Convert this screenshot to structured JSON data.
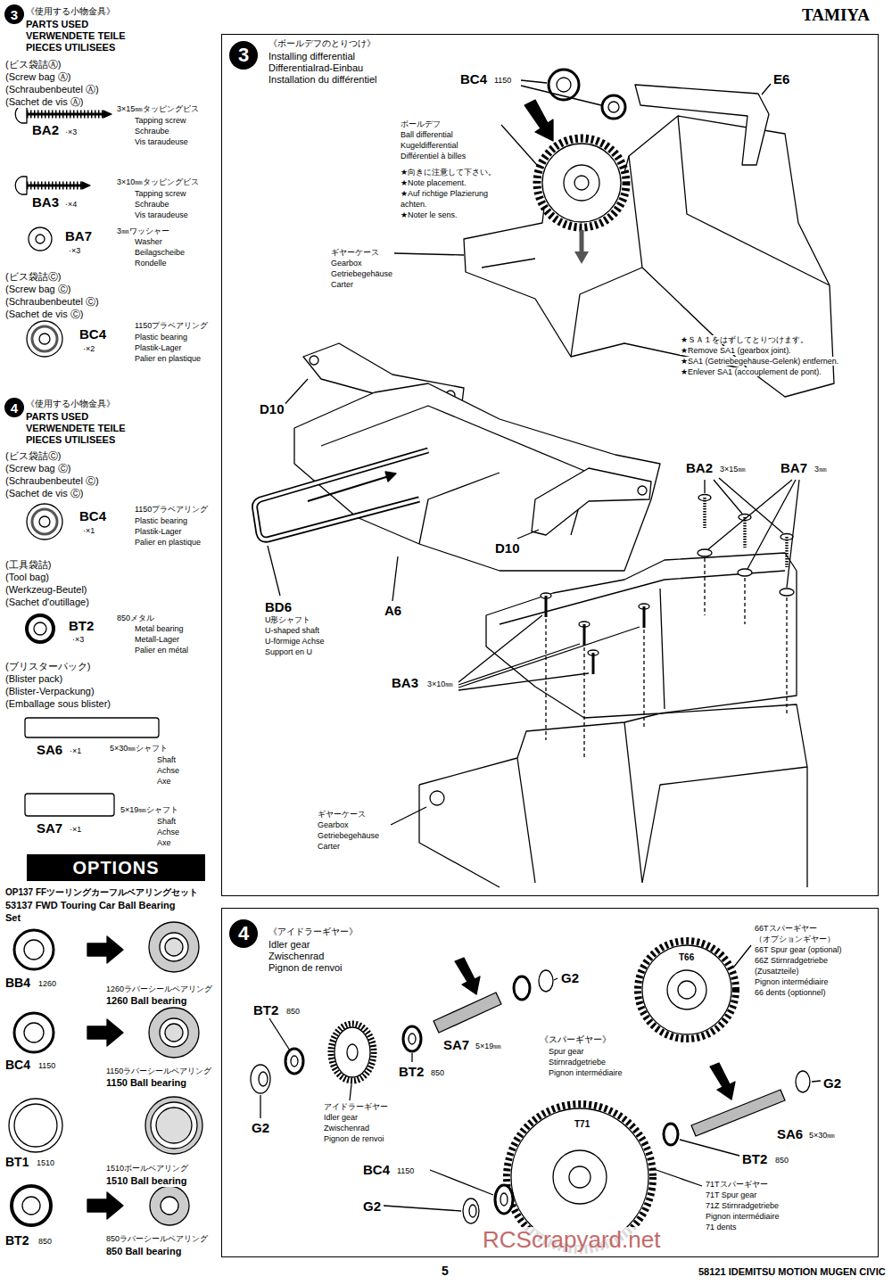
{
  "diagram": {
    "nodes": [
      {
        "text": [
          "3"
        ]
      },
      {
        "text": [
          "4"
        ]
      },
      {
        "text": [
          "OPTIONS"
        ]
      },
      {
        "text": [
          "《ボールデフのとりつけ》",
          "Installing differential",
          "Differentialrad-Einbau",
          "Installation du différentiel"
        ]
      },
      {
        "text": [
          "3"
        ],
        "in": 3
      },
      {
        "text": [
          "《アイドラーギヤー》",
          "Idler gear",
          "Zwischenrad",
          "Pignon de renvoi"
        ]
      },
      {
        "text": [
          "4"
        ],
        "in": 5
      }
    ],
    "labels": [
      "TAMIYA",
      "《使用する小物金具》",
      "PARTS USED",
      "VERWENDETE TEILE",
      "PIECES UTILISEES",
      "(ビス袋詰Ⓐ)",
      "(Screw bag Ⓐ)",
      "(Schraubenbeutel Ⓐ)",
      "(Sachet de vis Ⓐ)",
      "3×15㎜タッピングビス",
      "Tapping screw",
      "Schraube",
      "Vis taraudeuse",
      "BA2",
      "·×3",
      "3×10㎜タッピングビス",
      "Tapping screw",
      "Schraube",
      "Vis taraudeuse",
      "BA3",
      "·×4",
      "BA7",
      "·×3",
      "3㎜ワッシャー",
      "Washer",
      "Beilagscheibe",
      "Rondelle",
      "(ビス袋詰Ⓒ)",
      "(Screw bag Ⓒ)",
      "(Schraubenbeutel Ⓒ)",
      "(Sachet de vis Ⓒ)",
      "BC4",
      "·×2",
      "1150プラベアリング",
      "Plastic bearing",
      "Plastik-Lager",
      "Palier en plastique",
      "《使用する小物金具》",
      "PARTS USED",
      "VERWENDETE TEILE",
      "PIECES UTILISEES",
      "(ビス袋詰Ⓒ)",
      "(Screw bag Ⓒ)",
      "(Schraubenbeutel Ⓒ)",
      "(Sachet de vis Ⓒ)",
      "BC4",
      "·×1",
      "1150プラベアリング",
      "Plastic bearing",
      "Plastik-Lager",
      "Palier en plastique",
      "(工具袋詰)",
      "(Tool bag)",
      "(Werkzeug-Beutel)",
      "(Sachet d'outillage)",
      "BT2",
      "·×3",
      "850メタル",
      "Metal bearing",
      "Metall-Lager",
      "Palier en métal",
      "(ブリスターパック)",
      "(Blister pack)",
      "(Blister-Verpackung)",
      "(Emballage sous blister)",
      "SA6",
      "·×1",
      "5×30㎜シャフト",
      "Shaft",
      "Achse",
      "Axe",
      "SA7",
      "·×1",
      "5×19㎜シャフト",
      "Shaft",
      "Achse",
      "Axe",
      "OP137 FFツーリングカーフルベアリングセット",
      "53137 FWD Touring Car Ball Bearing",
      "Set",
      "BB4",
      "1260",
      "1260ラバーシールベアリング",
      "1260 Ball bearing",
      "BC4",
      "1150",
      "1150ラバーシールベアリング",
      "1150 Ball bearing",
      "BT1",
      "1510",
      "1510ボールベアリング",
      "1510 Ball bearing",
      "BT2",
      "850",
      "850ラバーシールベアリング",
      "850 Ball bearing",
      "BC4",
      "1150",
      "E6",
      "ボールデフ",
      "Ball differential",
      "Kugeldifferential",
      "Différentiel à billes",
      "★向きに注意して下さい。",
      "★Note placement.",
      "★Auf richtige Plazierung",
      "achten.",
      "★Noter le sens.",
      "ギヤーケース",
      "Gearbox",
      "Getriebegehäuse",
      "Carter",
      "★ＳＡ１をはずしてとりつけます。",
      "★Remove SA1 (gearbox joint).",
      "★SA1 (Getriebegehäuse-Gelenk) entfernen.",
      "★Enlever SA1 (accouplement de pont).",
      "D10",
      "BA2",
      "3×15㎜",
      "BA7",
      "3㎜",
      "D10",
      "BD6",
      "U形シャフト",
      "U-shaped shaft",
      "U-förmige Achse",
      "Support en U",
      "A6",
      "BA3",
      "3×10㎜",
      "ギヤーケース",
      "Gearbox",
      "Getriebegehäuse",
      "Carter",
      "G2",
      "BT2",
      "850",
      "SA7",
      "5×19㎜",
      "BT2",
      "850",
      "G2",
      "アイドラーギヤー",
      "Idler gear",
      "Zwischenrad",
      "Pignon de renvoi",
      "《スパーギヤー》",
      "Spur gear",
      "Stirnradgetriebe",
      "Pignon intermédiaire",
      "66Tスパーギヤー",
      "（オプションギヤー）",
      "66T Spur gear (optional)",
      "66Z Stirnradgetriebe",
      "(Zusatzteile)",
      "Pignon intermédiaire",
      "66 dents (optionnel)",
      "G2",
      "SA6",
      "5×30㎜",
      "BT2",
      "850",
      "BC4",
      "1150",
      "G2",
      "71Tスパーギヤー",
      "71T Spur gear",
      "71Z Stirnradgetriebe",
      "Pignon intermédiaire",
      "71 dents",
      "T66",
      "T71",
      "5",
      "58121 IDEMITSU MOTION MUGEN CIVIC",
      "RCScrapyard.net"
    ]
  }
}
